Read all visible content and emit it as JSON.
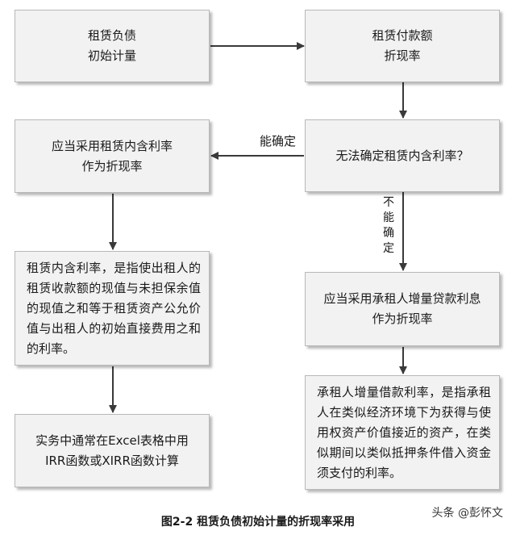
{
  "nodes": {
    "initial_measure": "租赁负债\n初始计量",
    "discount_rate": "租赁付款额\n折现率",
    "cannot_determine": "无法确定租赁内含利率？",
    "use_implicit_rate": "应当采用租赁内含利率\n作为折现率",
    "implicit_rate_definition": "租赁内含利率，是指使出租人的租赁收款额的现值与未担保余值的现值之和等于租赁资产公允价值与出租人的初始直接费用之和的利率。",
    "practice_note": "实务中通常在Excel表格中用\nIRR函数或XIRR函数计算",
    "use_incremental_rate": "应当采用承租人增量贷款利息\n作为折现率",
    "incremental_rate_definition": "承租人增量借款利率，是指承租人在类似经济环境下为获得与使用权资产价值接近的资产，在类似期间以类似抵押条件借入资金须支付的利率。"
  },
  "edge_labels": {
    "can_determine": "能确定",
    "cannot_determine": "不能确定"
  },
  "caption": "图2-2  租赁负债初始计量的折现率采用",
  "watermark": "头条 @彭怀文"
}
